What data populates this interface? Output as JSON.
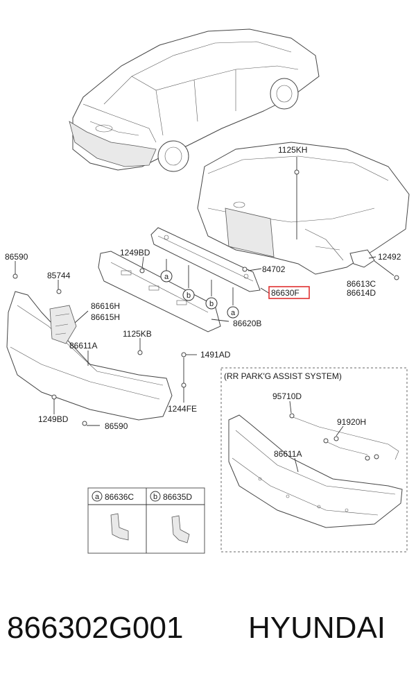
{
  "callouts": {
    "p1125KH": "1125KH",
    "p1249BD_top": "1249BD",
    "p84702": "84702",
    "p86630F": "86630F",
    "p12492": "12492",
    "p86613C": "86613C",
    "p86614D": "86614D",
    "p86590_top": "86590",
    "p85744": "85744",
    "p86616H": "86616H",
    "p86615H": "86615H",
    "p86620B": "86620B",
    "p1125KB": "1125KB",
    "p1491AD": "1491AD",
    "p86611A": "86611A",
    "p1249BD_bot": "1249BD",
    "p1244FE": "1244FE",
    "p86590_bot": "86590",
    "p95710D": "95710D",
    "p91920H": "91920H",
    "p86611A_inset": "86611A"
  },
  "markers": {
    "a": "a",
    "b": "b"
  },
  "inset": {
    "title": "(RR PARK'G ASSIST SYSTEM)"
  },
  "legend": {
    "a_part": "86636C",
    "b_part": "86635D"
  },
  "footer": {
    "part_number": "866302G001",
    "brand": "HYUNDAI"
  },
  "colors": {
    "highlight": "#e03030",
    "lines": "#333333"
  }
}
